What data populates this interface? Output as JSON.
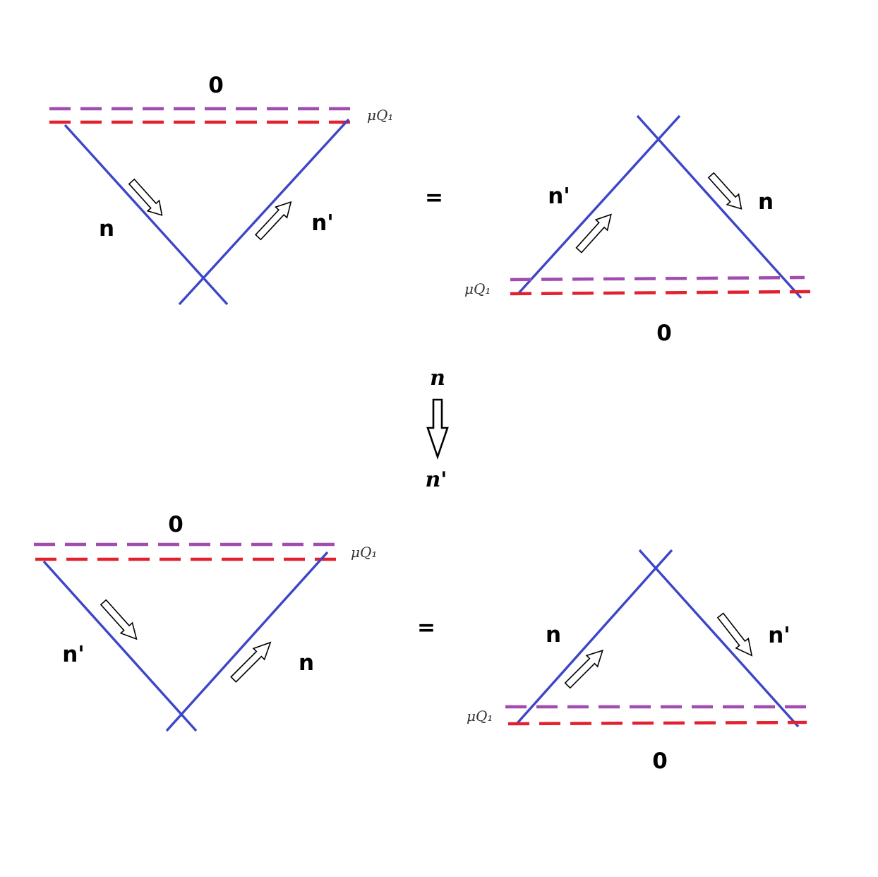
{
  "colors": {
    "line": "#3c46c8",
    "upper_dash": "#a04cb0",
    "lower_dash": "#e2202e",
    "arrow_outline": "#000000"
  },
  "diagrams": {
    "top_left": {
      "zero": "0",
      "scale": "μQ₁",
      "left_line": "n",
      "right_line": "n'"
    },
    "top_right": {
      "zero": "0",
      "scale": "μQ₁",
      "left_line": "n'",
      "right_line": "n"
    },
    "bottom_left": {
      "zero": "0",
      "scale": "μQ₁",
      "left_line": "n'",
      "right_line": "n"
    },
    "bottom_right": {
      "zero": "0",
      "scale": "μQ₁",
      "left_line": "n",
      "right_line": "n'"
    }
  },
  "relations": {
    "equals_top": "=",
    "equals_bottom": "="
  },
  "transform": {
    "from": "n",
    "to": "n'"
  }
}
